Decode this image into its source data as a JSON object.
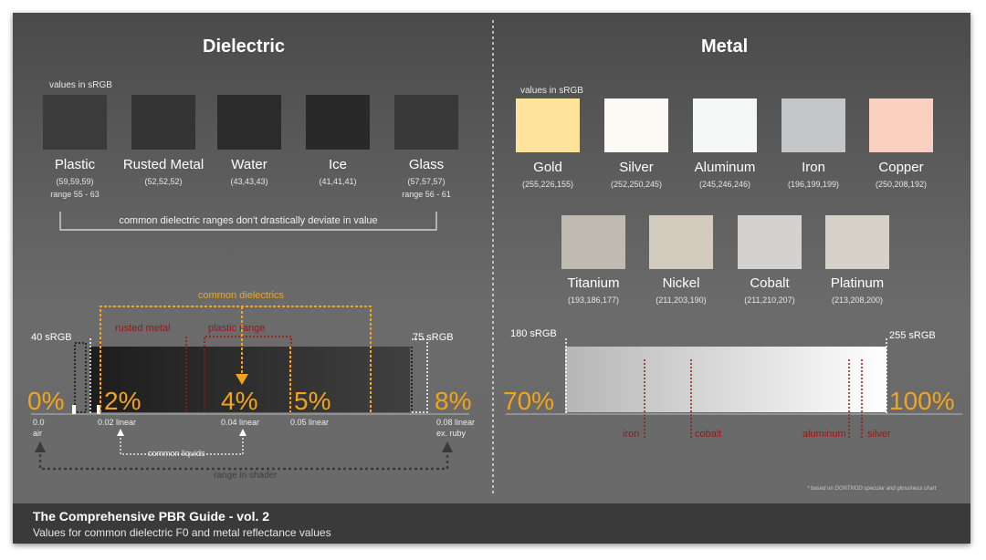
{
  "dielectric": {
    "title": "Dielectric",
    "values_note": "values in sRGB",
    "swatches": [
      {
        "name": "Plastic",
        "value": "(59,59,59)",
        "range": "range 55 - 63",
        "color": "#3b3b3b"
      },
      {
        "name": "Rusted Metal",
        "value": "(52,52,52)",
        "range": "",
        "color": "#343434"
      },
      {
        "name": "Water",
        "value": "(43,43,43)",
        "range": "",
        "color": "#2b2b2b"
      },
      {
        "name": "Ice",
        "value": "(41,41,41)",
        "range": "",
        "color": "#292929"
      },
      {
        "name": "Glass",
        "value": "(57,57,57)",
        "range": "range 56 - 61",
        "color": "#393939"
      }
    ],
    "bracket_note": "common dielectric ranges don't drastically deviate in value",
    "common_dielectrics": "common dielectrics",
    "rusted_metal": "rusted metal",
    "plastic_range": "plastic range",
    "left_srgb": "40 sRGB",
    "right_srgb": "75 sRGB",
    "pct_0": "0%",
    "pct_2": "2%",
    "pct_4": "4%",
    "pct_5": "5%",
    "pct_8": "8%",
    "lin_00": "0.0",
    "air": "air",
    "lin_002": "0.02 linear",
    "lin_004": "0.04 linear",
    "lin_005": "0.05 linear",
    "lin_008": "0.08 linear",
    "ruby": "ex. ruby",
    "common_liquids": "common liquids",
    "range_shader": "range in shader"
  },
  "metal": {
    "title": "Metal",
    "values_note": "values in sRGB",
    "row1": [
      {
        "name": "Gold",
        "value": "(255,226,155)",
        "color": "#ffe29b"
      },
      {
        "name": "Silver",
        "value": "(252,250,245)",
        "color": "#fcfaf5"
      },
      {
        "name": "Aluminum",
        "value": "(245,246,246)",
        "color": "#f5f6f6"
      },
      {
        "name": "Iron",
        "value": "(196,199,199)",
        "color": "#c4c7c7"
      },
      {
        "name": "Copper",
        "value": "(250,208,192)",
        "color": "#fad0c0"
      }
    ],
    "row2": [
      {
        "name": "Titanium",
        "value": "(193,186,177)",
        "color": "#c1bab1"
      },
      {
        "name": "Nickel",
        "value": "(211,203,190)",
        "color": "#d3cbbe"
      },
      {
        "name": "Cobalt",
        "value": "(211,210,207)",
        "color": "#d3d2cf"
      },
      {
        "name": "Platinum",
        "value": "(213,208,200)",
        "color": "#d5d0c8"
      }
    ],
    "left_srgb": "180 sRGB",
    "right_srgb": "255 sRGB",
    "pct_70": "70%",
    "pct_100": "100%",
    "iron": "iron",
    "cobalt": "cobalt",
    "aluminum": "aluminum",
    "silver": "silver",
    "footnote": "* based on DONTNOD specular and glossiness chart"
  },
  "footer": {
    "title": "The Comprehensive PBR Guide - vol. 2",
    "subtitle": "Values for common dielectric F0 and metal reflectance values"
  }
}
